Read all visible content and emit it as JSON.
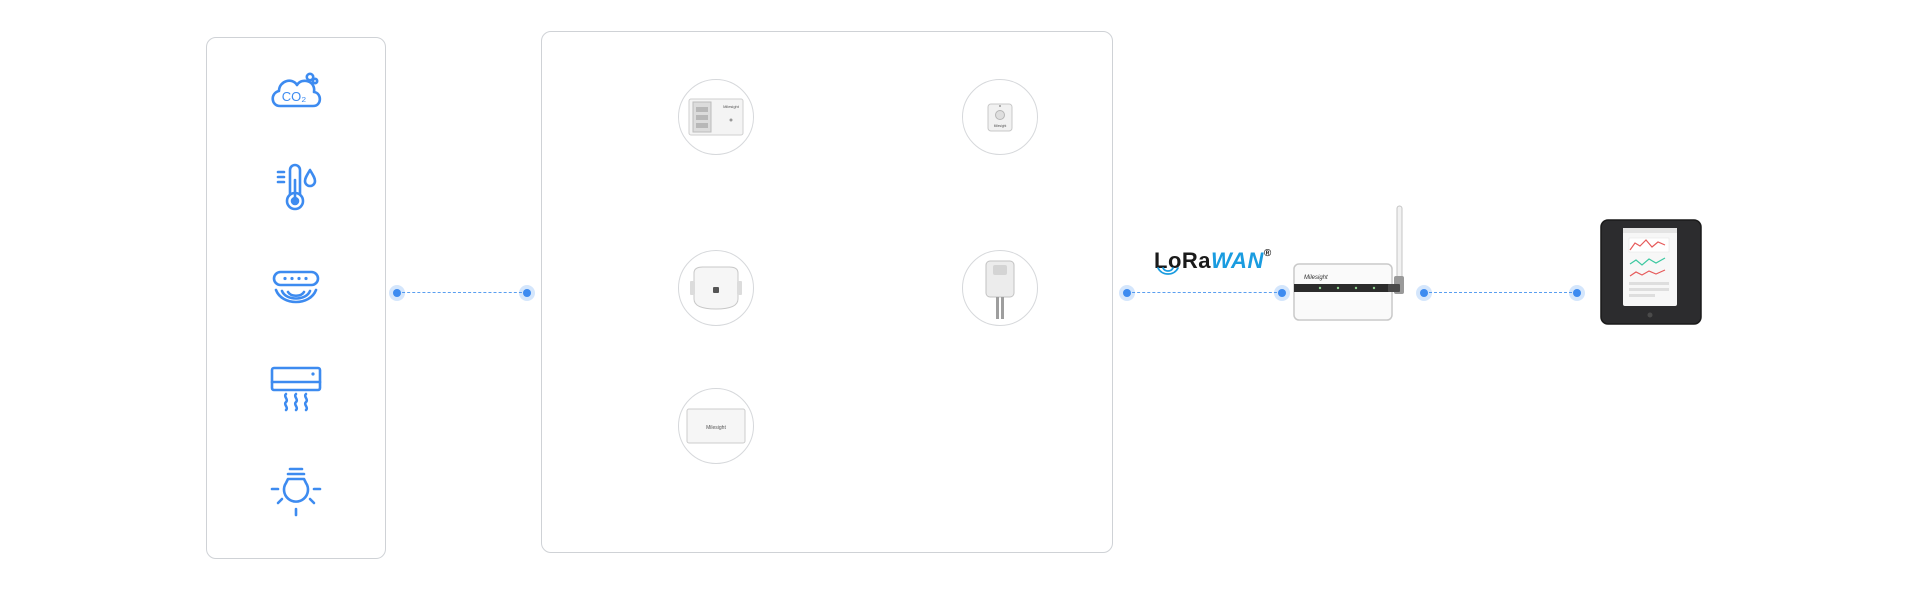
{
  "diagram": {
    "applications": [
      {
        "name": "co2-cloud-icon",
        "text": "CO₂"
      },
      {
        "name": "thermometer-humidity-icon"
      },
      {
        "name": "radar-sensor-icon"
      },
      {
        "name": "air-conditioner-icon"
      },
      {
        "name": "light-bulb-icon"
      }
    ],
    "devices": [
      {
        "name": "lcd-panel-sensor",
        "logo": "Milesight"
      },
      {
        "name": "ceiling-button-sensor",
        "logo": "Milesight"
      },
      {
        "name": "plug-in-sensor"
      },
      {
        "name": "pipe-probe-sensor"
      },
      {
        "name": "box-sensor",
        "logo": "Milesight"
      }
    ],
    "protocol": {
      "part1": "LoRa",
      "part2": "WAN",
      "mark": "®"
    },
    "gateway": {
      "logo": "Milesight"
    },
    "colors": {
      "accent": "#3d8bf0",
      "icon": "#3d8bf0",
      "panel_border": "#cfd2d6",
      "lorawan_blue": "#1a9ce0"
    }
  }
}
